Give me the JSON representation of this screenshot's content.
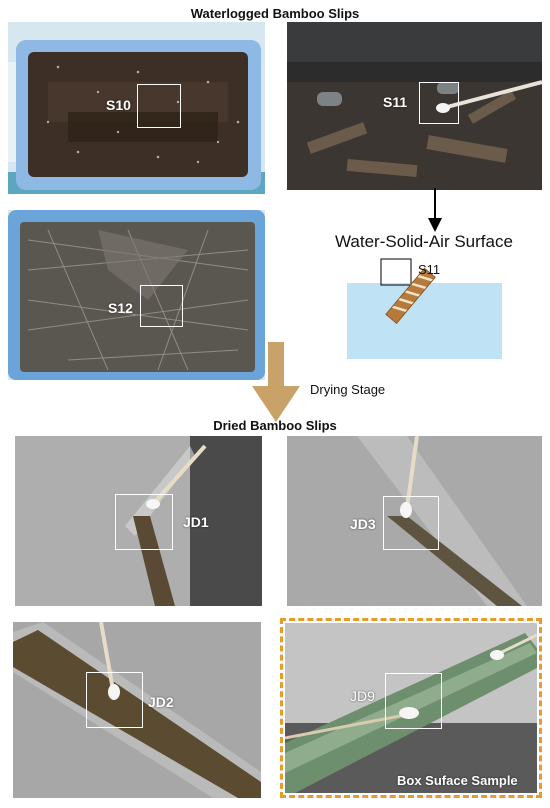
{
  "headings": {
    "waterlogged": "Waterlogged Bamboo Slips",
    "dried": "Dried Bamboo Slips"
  },
  "samples": {
    "s10": "S10",
    "s11": "S11",
    "s12": "S12",
    "jd1": "JD1",
    "jd2": "JD2",
    "jd3": "JD3",
    "jd9": "JD9"
  },
  "diagram": {
    "title": "Water-Solid-Air Surface",
    "label": "S11"
  },
  "arrow": {
    "label": "Drying Stage"
  },
  "box_sample": {
    "label": "Box Suface Sample"
  },
  "colors": {
    "tray_blue": "#6fa3d8",
    "water_blue": "#bfe3f5",
    "arrow_tan": "#c9a26a",
    "box_border": "#e89a2a"
  }
}
